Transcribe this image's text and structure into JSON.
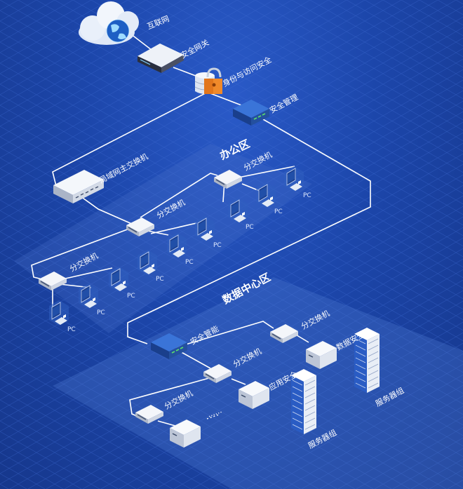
{
  "labels": {
    "internet": "互联网",
    "gateway": "安全网关",
    "auth": "身份与访问安全",
    "sec_mgmt_top": "安全管理",
    "office_zone": "办公区",
    "core_switch": "局域网主交换机",
    "branch_switch": "分交换机",
    "pc": "PC",
    "datacenter_zone": "数据中心区",
    "sec_mgmt_dc": "安全管能",
    "app_security": "应用安全",
    "data_security": "数据安全",
    "server_group": "服务器组",
    "ellipsis": "......"
  },
  "colors": {
    "background": "#1c46aa",
    "link": "#ffffff",
    "zone_floor": "#3a66c4",
    "device_blue": "#2458b8",
    "device_white": "#f1f4f9"
  }
}
